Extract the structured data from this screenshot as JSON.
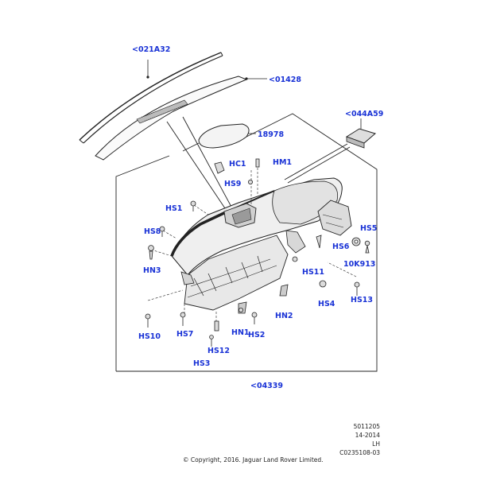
{
  "colors": {
    "callout": "#1a33d6",
    "line": "#222222"
  },
  "callouts": {
    "c021a32": "<021A32",
    "c01428": "<01428",
    "c044a59": "<044A59",
    "c18978": "18978",
    "hc1": "HC1",
    "hm1": "HM1",
    "hs9": "HS9",
    "hs1": "HS1",
    "hs8": "HS8",
    "hs5": "HS5",
    "hs6": "HS6",
    "k913": "10K913",
    "hn3": "HN3",
    "hs11": "HS11",
    "hs4": "HS4",
    "hs13": "HS13",
    "hn2": "HN2",
    "hs10": "HS10",
    "hs7": "HS7",
    "hs12": "HS12",
    "hn1": "HN1",
    "hs2": "HS2",
    "hs3": "HS3",
    "c04339": "<04339"
  },
  "meta": {
    "code": "5011205",
    "date": "14-2014",
    "side": "LH",
    "ref": "C0235108-03",
    "copyright": "© Copyright, 2016. Jaguar Land Rover Limited."
  }
}
